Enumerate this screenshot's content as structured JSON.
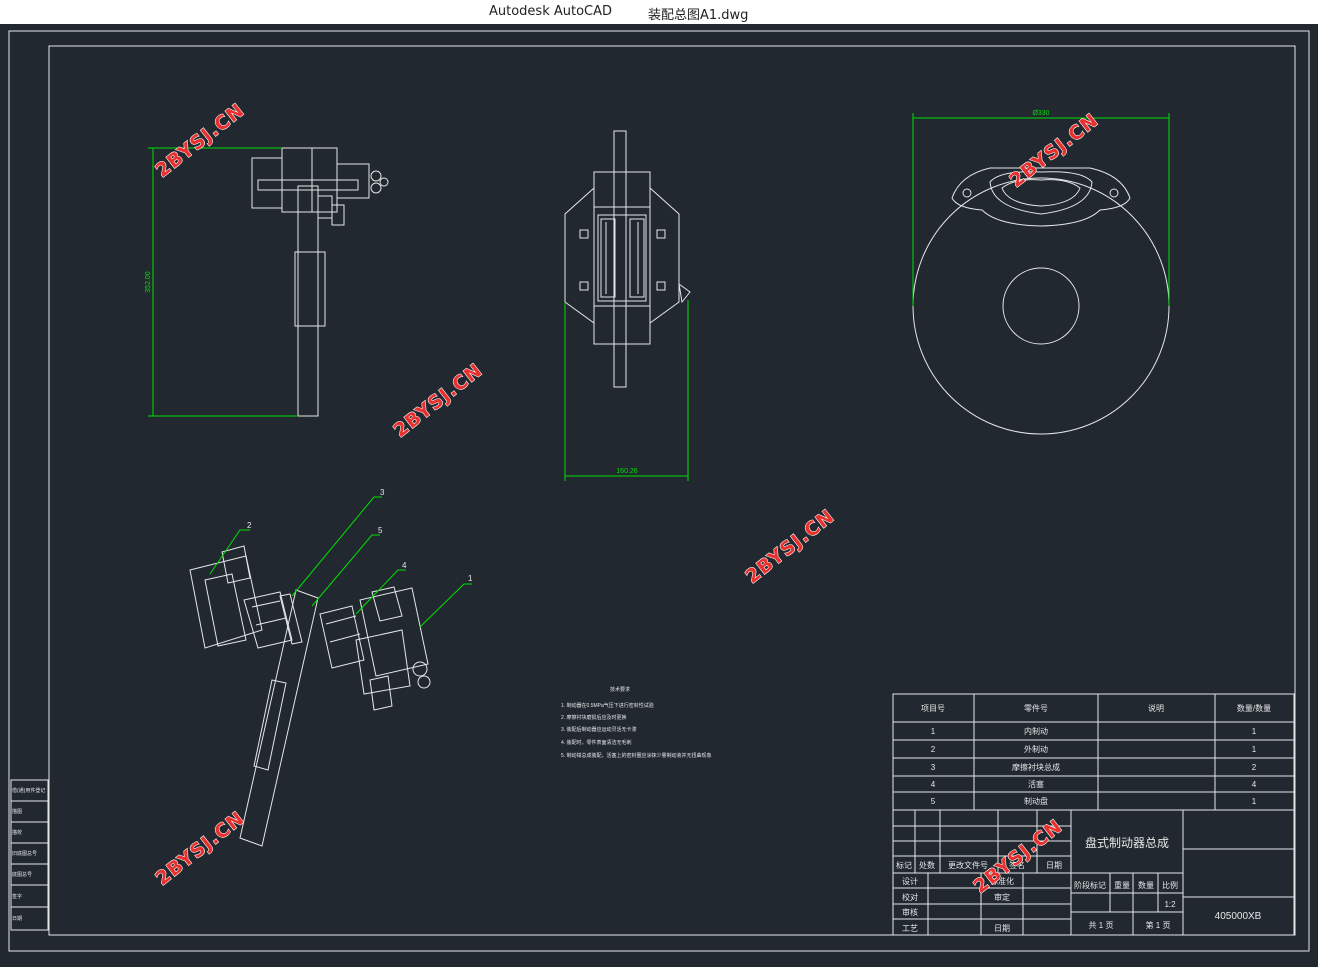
{
  "window": {
    "app_name": "Autodesk AutoCAD",
    "document_name": "装配总图A1.dwg"
  },
  "colors": {
    "background": "#212830",
    "linework": "#ffffff",
    "dimension": "#00e000",
    "watermark": "#e8312e"
  },
  "watermark_text": "2BYSJ.CN",
  "dimensions": {
    "side_height": "352.00",
    "front_width": "160.26",
    "disc_diameter": "Ø330"
  },
  "balloons": [
    "1",
    "2",
    "3",
    "4",
    "5"
  ],
  "tech_requirements": {
    "title": "技术要求",
    "items": [
      "1. 制动器在0.5MPa气压下进行密封性试验",
      "2. 摩擦衬块磨损后应及时更换",
      "3. 装配后制动器应运动灵活无卡滞",
      "4. 装配时，零件表面清洁无毛刺",
      "5. 制动钳总成装配，活塞上的密封圈应涂抹少量制动液并无扭曲现象"
    ]
  },
  "parts_table": {
    "headers": [
      "项目号",
      "零件号",
      "说明",
      "数量/数量"
    ],
    "rows": [
      [
        "1",
        "内制动",
        "",
        "1"
      ],
      [
        "2",
        "外制动",
        "",
        "1"
      ],
      [
        "3",
        "摩擦衬块总成",
        "",
        "2"
      ],
      [
        "4",
        "活塞",
        "",
        "4"
      ],
      [
        "5",
        "制动盘",
        "",
        "1"
      ]
    ]
  },
  "title_block": {
    "drawing_title": "盘式制动器总成",
    "drawing_number": "405000XB",
    "revision_headers": [
      "标记",
      "处数",
      "更改文件号",
      "签名",
      "日期"
    ],
    "left_labels": [
      "设计",
      "校对",
      "审核",
      "工艺"
    ],
    "mid_labels": [
      "标准化",
      "审定",
      "日期"
    ],
    "stage_headers": [
      "阶段标记",
      "重量",
      "数量",
      "比例"
    ],
    "scale": "1:2",
    "sheets_total": "共 1 页",
    "sheet_current": "第 1 页"
  },
  "left_strip": [
    "借(通)用件登记",
    "描图",
    "描校",
    "旧底图总号",
    "底图总号",
    "签字",
    "日期"
  ]
}
